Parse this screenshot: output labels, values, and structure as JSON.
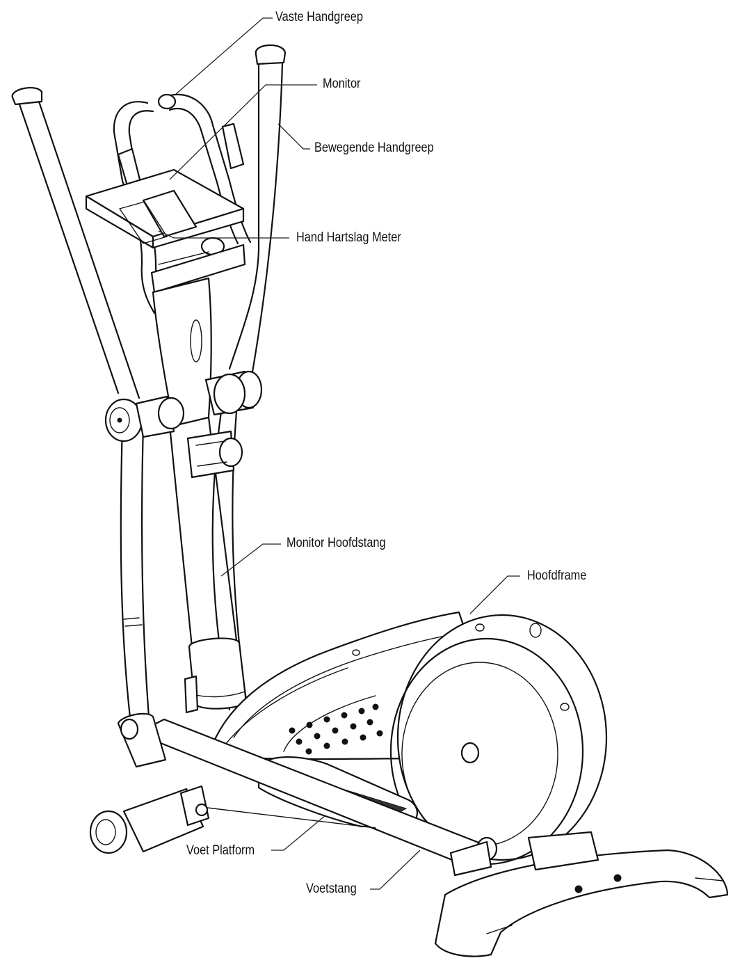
{
  "labels": {
    "vaste_handgreep": "Vaste Handgreep",
    "monitor": "Monitor",
    "bewegende_handgreep": "Bewegende Handgreep",
    "hand_hartslag_meter": "Hand Hartslag Meter",
    "monitor_hoofdstang": "Monitor Hoofdstang",
    "hoofdframe": "Hoofdframe",
    "voet_platform": "Voet Platform",
    "voetstang": "Voetstang"
  },
  "colors": {
    "ink": "#111111",
    "background": "#ffffff"
  }
}
